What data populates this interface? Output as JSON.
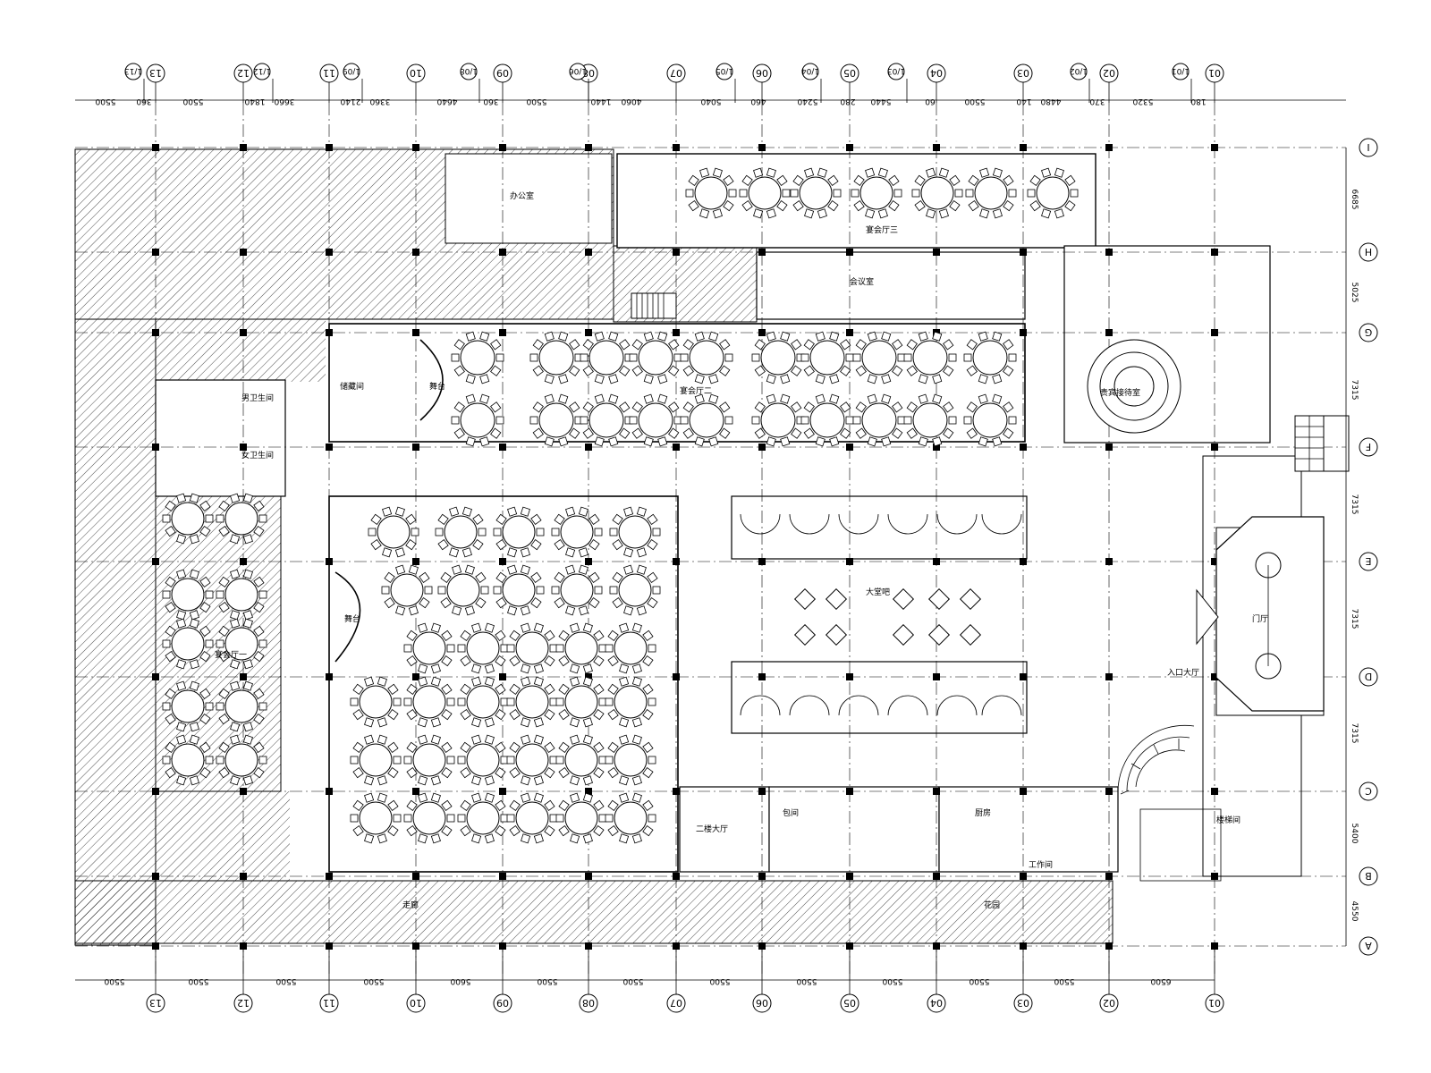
{
  "top_axes": [
    "13",
    "12",
    "11",
    "10",
    "09",
    "08",
    "07",
    "06",
    "05",
    "04",
    "03",
    "02",
    "01"
  ],
  "top_sub_axes": [
    "1/13",
    "1/12",
    "1/09",
    "1/08",
    "1/06",
    "1/05",
    "1/04",
    "1/03",
    "1/02",
    "1/01"
  ],
  "bottom_axes": [
    "13",
    "12",
    "11",
    "10",
    "09",
    "08",
    "07",
    "06",
    "05",
    "04",
    "03",
    "02",
    "01"
  ],
  "right_axes": [
    "I",
    "H",
    "G",
    "F",
    "E",
    "D",
    "C",
    "B",
    "A"
  ],
  "top_dims": [
    "5500",
    "360",
    "5500",
    "1840",
    "3660",
    "2140",
    "3360",
    "4640",
    "360",
    "5500",
    "1440",
    "4060",
    "5040",
    "460",
    "5240",
    "280",
    "5440",
    "60",
    "5500",
    "140",
    "4480",
    "370",
    "5320",
    "180"
  ],
  "bottom_dims": [
    "5500",
    "5500",
    "5500",
    "5500",
    "5600",
    "5500",
    "5500",
    "5500",
    "5500",
    "5500",
    "5500",
    "5500",
    "6500"
  ],
  "right_dims": [
    "6685",
    "5025",
    "7315",
    "7315",
    "7315",
    "7315",
    "5400",
    "4550"
  ],
  "rooms": {
    "vip3": "宴会厅三",
    "vip2": "宴会厅二",
    "vip1": "宴会厅一",
    "stage1": "舞台",
    "stage2": "舞台",
    "lobby": "大堂吧",
    "entrance": "门厅",
    "entrance_hall": "入口大厅",
    "kitchen": "厨房",
    "staff": "工作间",
    "office": "办公室",
    "store": "储藏间",
    "toilet_m": "男卫生间",
    "toilet_f": "女卫生间",
    "corridor": "走廊",
    "vip_room": "贵宾接待室",
    "stairs": "楼梯间",
    "private": "包间",
    "meeting": "会议室",
    "hall_two": "二楼大厅",
    "garden": "花园"
  }
}
